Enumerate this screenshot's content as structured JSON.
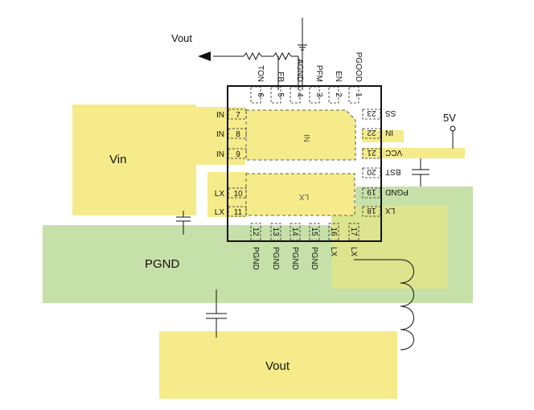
{
  "labels": {
    "vin": "Vin",
    "pgnd": "PGND",
    "vout_bottom": "Vout",
    "vout_top": "Vout",
    "five_v": "5V",
    "in_block": "IN",
    "lx_block": "LX"
  },
  "pins": {
    "top": [
      {
        "num": "6",
        "name": "TON"
      },
      {
        "num": "5",
        "name": "FB"
      },
      {
        "num": "4",
        "name": "AGND"
      },
      {
        "num": "3",
        "name": "PFM"
      },
      {
        "num": "2",
        "name": "EN"
      },
      {
        "num": "1",
        "name": "PGOOD"
      }
    ],
    "left": [
      {
        "num": "7",
        "name": "IN"
      },
      {
        "num": "8",
        "name": "IN"
      },
      {
        "num": "9",
        "name": "IN"
      },
      {
        "num": "10",
        "name": "LX"
      },
      {
        "num": "11",
        "name": "LX"
      }
    ],
    "bottom": [
      {
        "num": "12",
        "name": "PGND"
      },
      {
        "num": "13",
        "name": "PGND"
      },
      {
        "num": "14",
        "name": "PGND"
      },
      {
        "num": "15",
        "name": "PGND"
      },
      {
        "num": "16",
        "name": "LX"
      },
      {
        "num": "17",
        "name": "LX"
      }
    ],
    "right": [
      {
        "num": "23",
        "name": "SS"
      },
      {
        "num": "22",
        "name": "IN"
      },
      {
        "num": "21",
        "name": "VCC"
      },
      {
        "num": "20",
        "name": "BST"
      },
      {
        "num": "19",
        "name": "PGND"
      },
      {
        "num": "18",
        "name": "LX"
      }
    ]
  },
  "colors": {
    "copper_yellow": "#f5eb8a",
    "copper_green": "#c6e0a9",
    "overlap": "#dce48e",
    "outline": "#111111"
  }
}
